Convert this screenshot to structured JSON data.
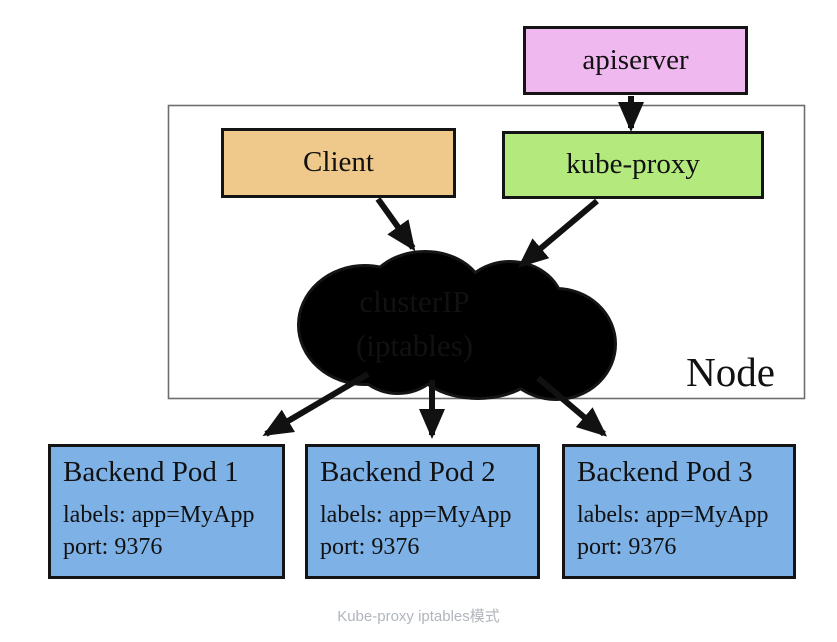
{
  "diagram": {
    "apiserver": {
      "label": "apiserver"
    },
    "client": {
      "label": "Client"
    },
    "kube_proxy": {
      "label": "kube-proxy"
    },
    "cluster_ip": {
      "line1": "clusterIP",
      "line2": "(iptables)"
    },
    "node": {
      "label": "Node"
    },
    "pods": [
      {
        "title": "Backend Pod 1",
        "labels": "labels: app=MyApp",
        "port": "port: 9376"
      },
      {
        "title": "Backend Pod 2",
        "labels": "labels: app=MyApp",
        "port": "port: 9376"
      },
      {
        "title": "Backend Pod 3",
        "labels": "labels: app=MyApp",
        "port": "port: 9376"
      }
    ],
    "caption": "Kube-proxy iptables模式",
    "colors": {
      "apiserver_fill": "#efb9ef",
      "client_fill": "#eec98b",
      "kube_proxy_fill": "#b4e97e",
      "cloud_fill": "#f6e17e",
      "pod_fill": "#7eb1e6",
      "arrow": "#111111",
      "node_border": "#6e6e6e",
      "caption_text": "#b0b6bc"
    }
  }
}
